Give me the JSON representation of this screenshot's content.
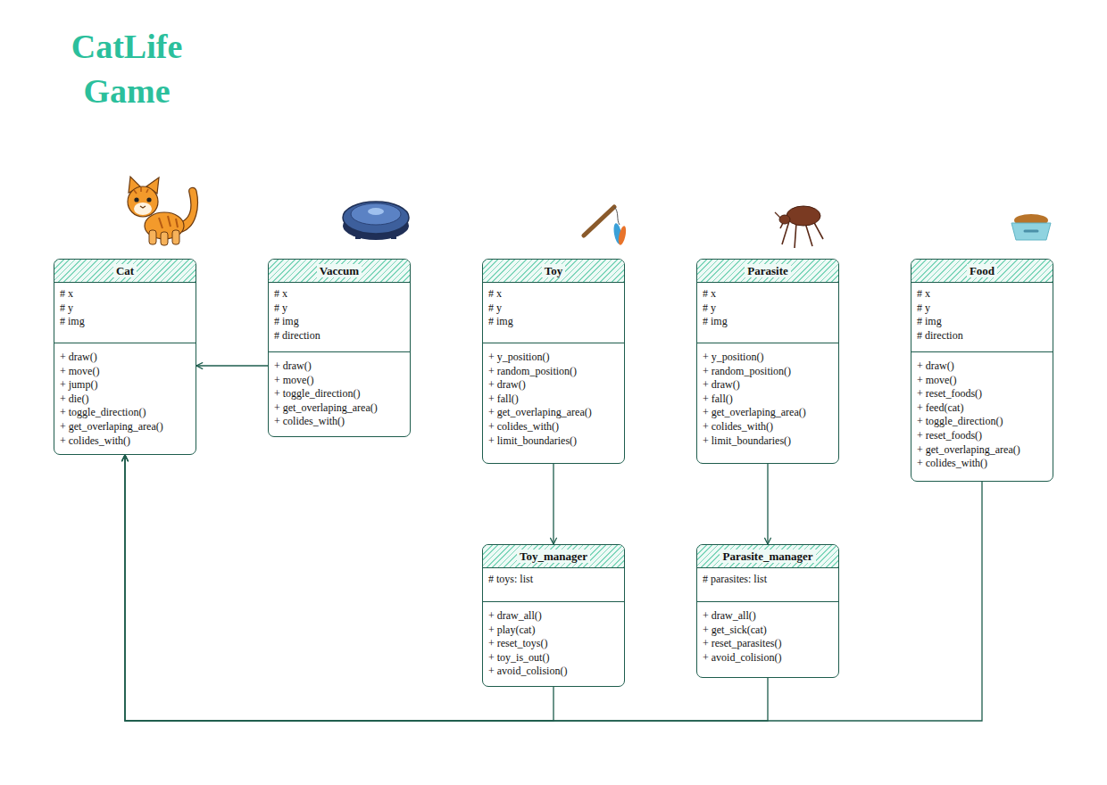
{
  "diagram": {
    "title": "CatLife Game",
    "nodes": [
      {
        "text": [
          "Cat",
          "# x",
          "# y",
          "# img",
          "+ draw()",
          "+ move()",
          "+ jump()",
          "+ die()",
          "+ toggle_direction()",
          "+ get_overlaping_area()",
          "+ colides_with()"
        ]
      },
      {
        "text": [
          "Vaccum",
          "# x",
          "# y",
          "# img",
          "# direction",
          "+ draw()",
          "+ move()",
          "+ toggle_direction()",
          "+ get_overlaping_area()",
          "+ colides_with()"
        ]
      },
      {
        "text": [
          "Toy",
          "# x",
          "# y",
          "# img",
          "+ y_position()",
          "+ random_position()",
          "+ draw()",
          "+ fall()",
          "+ get_overlaping_area()",
          "+ colides_with()",
          "+ limit_boundaries()"
        ]
      },
      {
        "text": [
          "Parasite",
          "# x",
          "# y",
          "# img",
          "+ y_position()",
          "+ random_position()",
          "+ draw()",
          "+ fall()",
          "+ get_overlaping_area()",
          "+ colides_with()",
          "+ limit_boundaries()"
        ]
      },
      {
        "text": [
          "Food",
          "# x",
          "# y",
          "# img",
          "# direction",
          "+ draw()",
          "+ move()",
          "+ reset_foods()",
          "+ feed(cat)",
          "+ toggle_direction()",
          "+ reset_foods()",
          "+ get_overlaping_area()",
          "+ colides_with()"
        ]
      },
      {
        "text": [
          "Toy_manager",
          "# toys: list",
          "+ draw_all()",
          "+ play(cat)",
          "+ reset_toys()",
          "+ toy_is_out()",
          "+ avoid_colision()"
        ]
      },
      {
        "text": [
          "Parasite_manager",
          "# parasites: list",
          "+ draw_all()",
          "+ get_sick(cat)",
          "+ reset_parasites()",
          "+ avoid_colision()"
        ]
      }
    ],
    "edges": [
      {
        "from": 1,
        "to": 0,
        "arrow": "to"
      },
      {
        "from": 2,
        "to": 5,
        "arrow": "to"
      },
      {
        "from": 3,
        "to": 6,
        "arrow": "to"
      },
      {
        "from": 5,
        "to": 0,
        "arrow": "to"
      },
      {
        "from": 6,
        "to": 0,
        "arrow": "to"
      },
      {
        "from": 4,
        "to": 0,
        "arrow": "to"
      }
    ]
  }
}
